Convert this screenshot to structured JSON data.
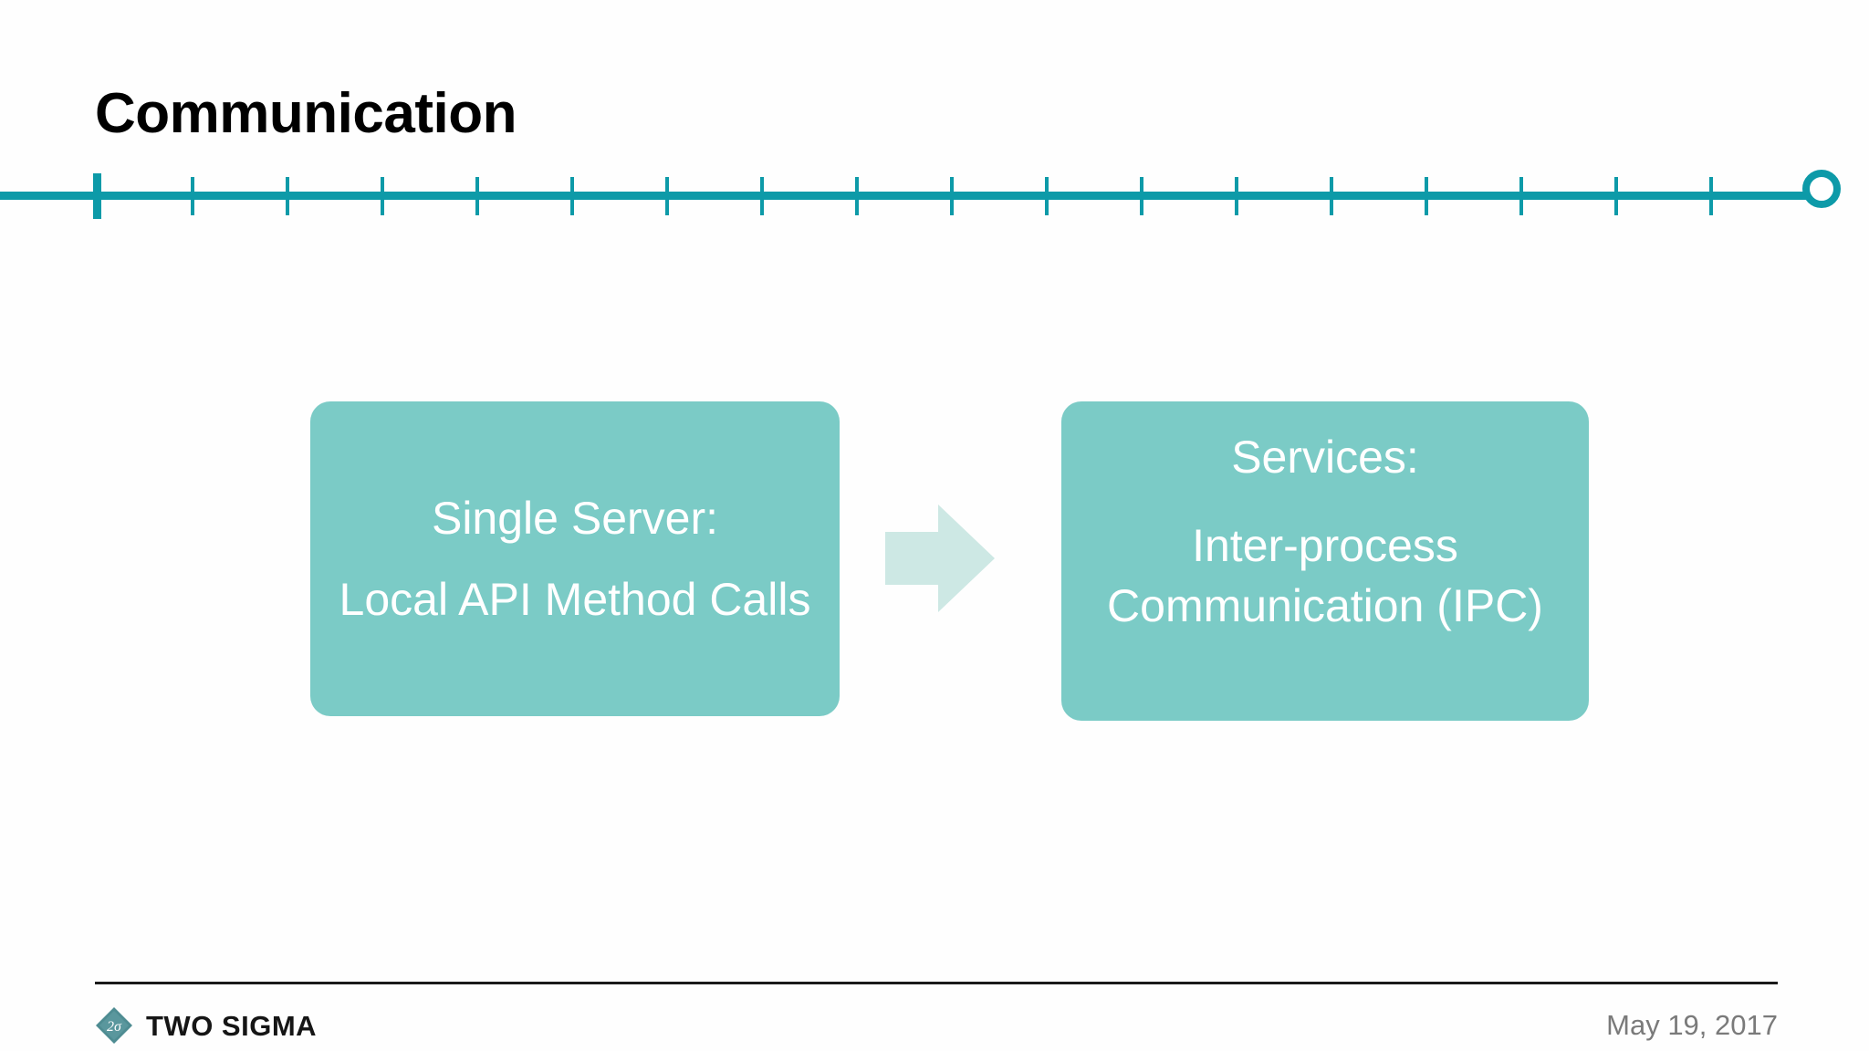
{
  "slide": {
    "title": "Communication",
    "background_color": "#ffffff",
    "accent_color": "#0D9AA8",
    "box_color": "#7BCBC6",
    "arrow_color": "#CDE8E4"
  },
  "timeline": {
    "total_ticks": 19,
    "current_tick_index": 0,
    "rail_color": "#0D9AA8",
    "end_marker": "hollow-circle"
  },
  "diagram": {
    "type": "flow",
    "arrow_icon": "right-arrow-icon",
    "boxes": [
      {
        "id": "box-left",
        "head": "Single Server:",
        "body": "Local API Method Calls"
      },
      {
        "id": "box-right",
        "head": "Services:",
        "body": "Inter-process Communication (IPC)"
      }
    ]
  },
  "footer": {
    "logo_text": "TWO SIGMA",
    "logo_mark_text": "2σ",
    "date": "May 19, 2017"
  }
}
